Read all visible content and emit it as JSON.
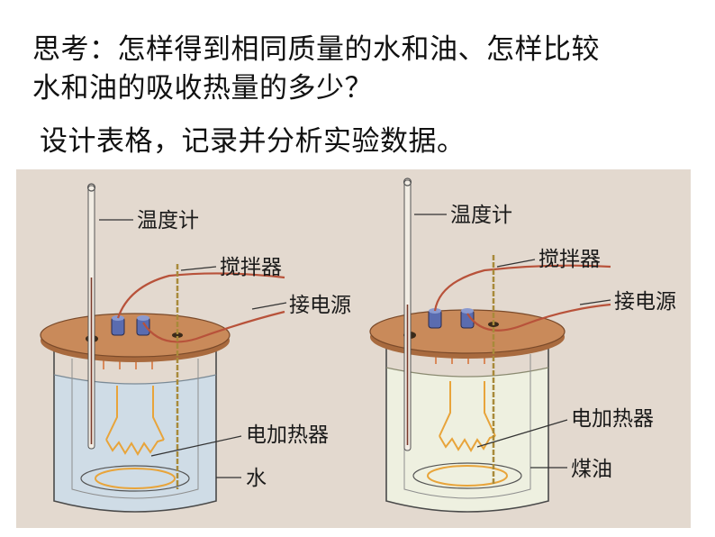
{
  "question": {
    "line1": "思考：怎样得到相同质量的水和油、怎样比较",
    "line2": "水和油的吸收热量的多少？"
  },
  "instruction": "设计表格，记录并分析实验数据。",
  "diagram": {
    "left": {
      "thermometer": "温度计",
      "stirrer": "搅拌器",
      "power": "接电源",
      "heater": "电加热器",
      "liquid": "水"
    },
    "right": {
      "thermometer": "温度计",
      "stirrer": "搅拌器",
      "power": "接电源",
      "heater": "电加热器",
      "liquid": "煤油"
    },
    "colors": {
      "background": "#e3d9cf",
      "lid": "#c98a5a",
      "water": "#cfdce6",
      "oil": "#eef0e0",
      "wire": "#b8523a",
      "heater": "#e8a43a"
    }
  }
}
